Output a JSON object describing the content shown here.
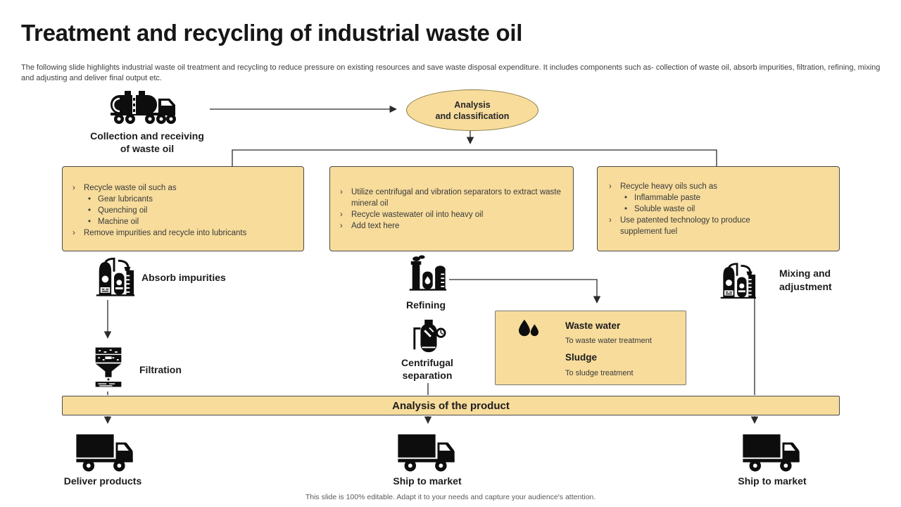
{
  "slide": {
    "title": "Treatment and recycling of industrial waste oil",
    "subtitle": "The following slide highlights industrial waste oil treatment and recycling to reduce pressure on existing resources and save waste disposal expenditure. It includes components such as- collection of waste oil, absorb impurities, filtration, refining, mixing and adjusting and deliver final output etc.",
    "footer": "This slide is 100% editable. Adapt it to your needs and capture your audience's attention."
  },
  "colors": {
    "panel_fill": "#F7DC9C",
    "panel_border": "#4A4A4A",
    "ellipse_border": "#8A7944",
    "line": "#2B2B2B",
    "icon": "#0D0D0D"
  },
  "flow": {
    "collection_label": "Collection and receiving of waste oil",
    "analysis_ellipse": {
      "line1": "Analysis",
      "line2": "and classification"
    },
    "absorb_label": "Absorb impurities",
    "filtration_label": "Filtration",
    "refining_label": "Refining",
    "centrifugal_label": "Centrifugal separation",
    "mixing_label": "Mixing and adjustment",
    "analysis_bar_label": "Analysis of the product",
    "deliver_label": "Deliver products",
    "ship_mid_label": "Ship to market",
    "ship_right_label": "Ship to market"
  },
  "boxes": {
    "left": {
      "items": [
        {
          "marker": "›",
          "text": "Recycle waste oil such as"
        },
        {
          "marker": "•",
          "text": "Gear lubricants"
        },
        {
          "marker": "•",
          "text": "Quenching oil"
        },
        {
          "marker": "•",
          "text": "Machine oil"
        },
        {
          "marker": "›",
          "text": "Remove impurities and recycle into lubricants"
        }
      ]
    },
    "middle": {
      "items": [
        {
          "marker": "›",
          "text": "Utilize centrifugal and vibration separators to extract waste mineral oil"
        },
        {
          "marker": "›",
          "text": "Recycle wastewater oil into heavy oil"
        },
        {
          "marker": "›",
          "text": "Add text here"
        }
      ]
    },
    "right": {
      "items": [
        {
          "marker": "›",
          "text": "Recycle heavy oils such as"
        },
        {
          "marker": "•",
          "text": "Inflammable paste"
        },
        {
          "marker": "•",
          "text": "Soluble waste oil"
        },
        {
          "marker": "›",
          "text": "Use patented technology to produce supplement fuel"
        }
      ]
    }
  },
  "waste_box": {
    "waste_water_title": "Waste water",
    "waste_water_sub": "To waste water treatment",
    "sludge_title": "Sludge",
    "sludge_sub": "To sludge treatment"
  },
  "icons": {
    "collection": "tanker-truck-icon",
    "absorb": "processing-plant-icon",
    "refining": "refinery-smokestack-icon",
    "centrifugal": "centrifuge-tank-icon",
    "filtration": "filter-funnel-icon",
    "mixing": "processing-plant-icon",
    "waste_water": "water-drops-icon",
    "delivery": "box-truck-icon"
  }
}
